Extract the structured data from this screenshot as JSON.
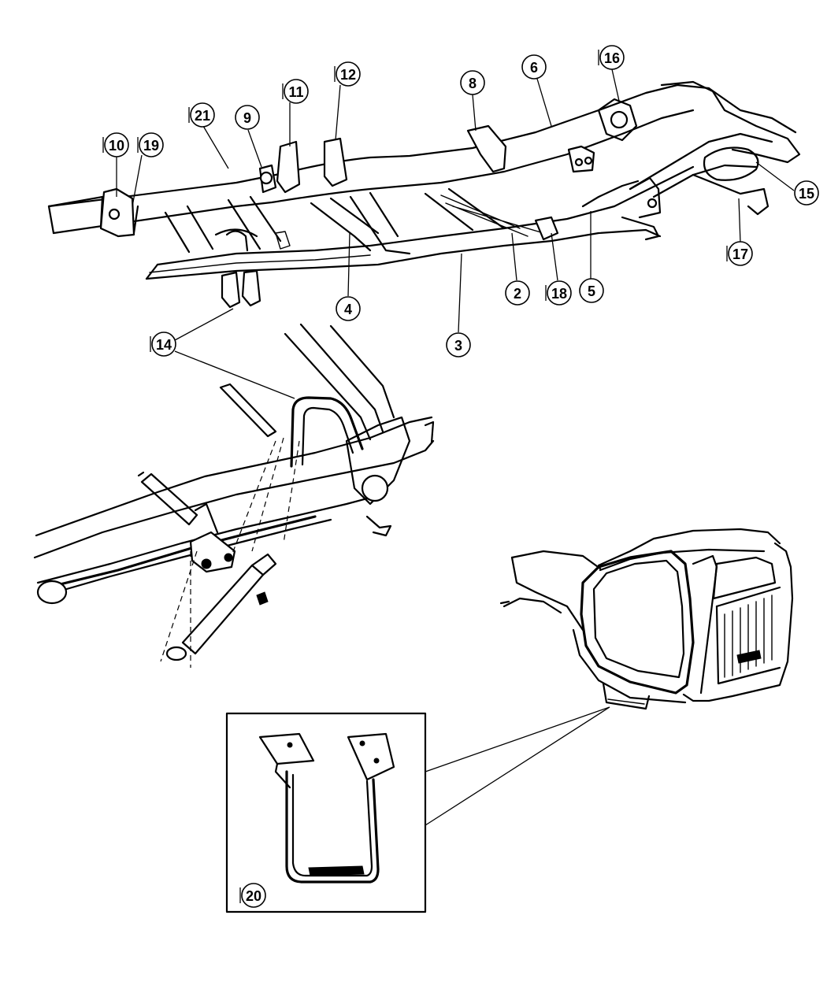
{
  "callouts": [
    {
      "label": "10"
    },
    {
      "label": "19"
    },
    {
      "label": "21"
    },
    {
      "label": "9"
    },
    {
      "label": "11"
    },
    {
      "label": "12"
    },
    {
      "label": "8"
    },
    {
      "label": "6"
    },
    {
      "label": "16"
    },
    {
      "label": "15"
    },
    {
      "label": "17"
    },
    {
      "label": "5"
    },
    {
      "label": "18"
    },
    {
      "label": "2"
    },
    {
      "label": "3"
    },
    {
      "label": "4"
    },
    {
      "label": "14"
    },
    {
      "label": "20"
    }
  ]
}
